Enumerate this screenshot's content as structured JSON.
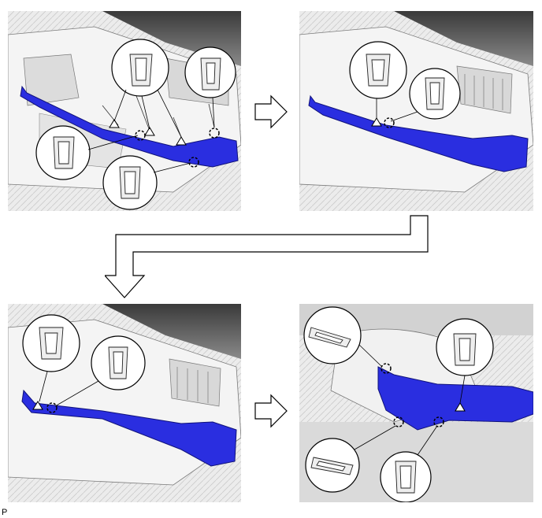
{
  "figure": {
    "code": "P",
    "panels": [
      {
        "id": "step-1",
        "clip_callouts": 4,
        "clip_markers": [
          "triangle",
          "triangle",
          "circle",
          "triangle",
          "circle",
          "circle"
        ]
      },
      {
        "id": "step-2",
        "clip_callouts": 2,
        "clip_markers": [
          "triangle",
          "circle"
        ]
      },
      {
        "id": "step-3",
        "clip_callouts": 2,
        "clip_markers": [
          "triangle",
          "circle"
        ]
      },
      {
        "id": "step-4",
        "clip_callouts": 4,
        "clip_markers": [
          "circle",
          "triangle",
          "circle",
          "circle"
        ]
      }
    ],
    "part_color": "#2a2ee0",
    "arrows": [
      "right-arrow",
      "elbow-down-arrow",
      "right-arrow"
    ]
  }
}
